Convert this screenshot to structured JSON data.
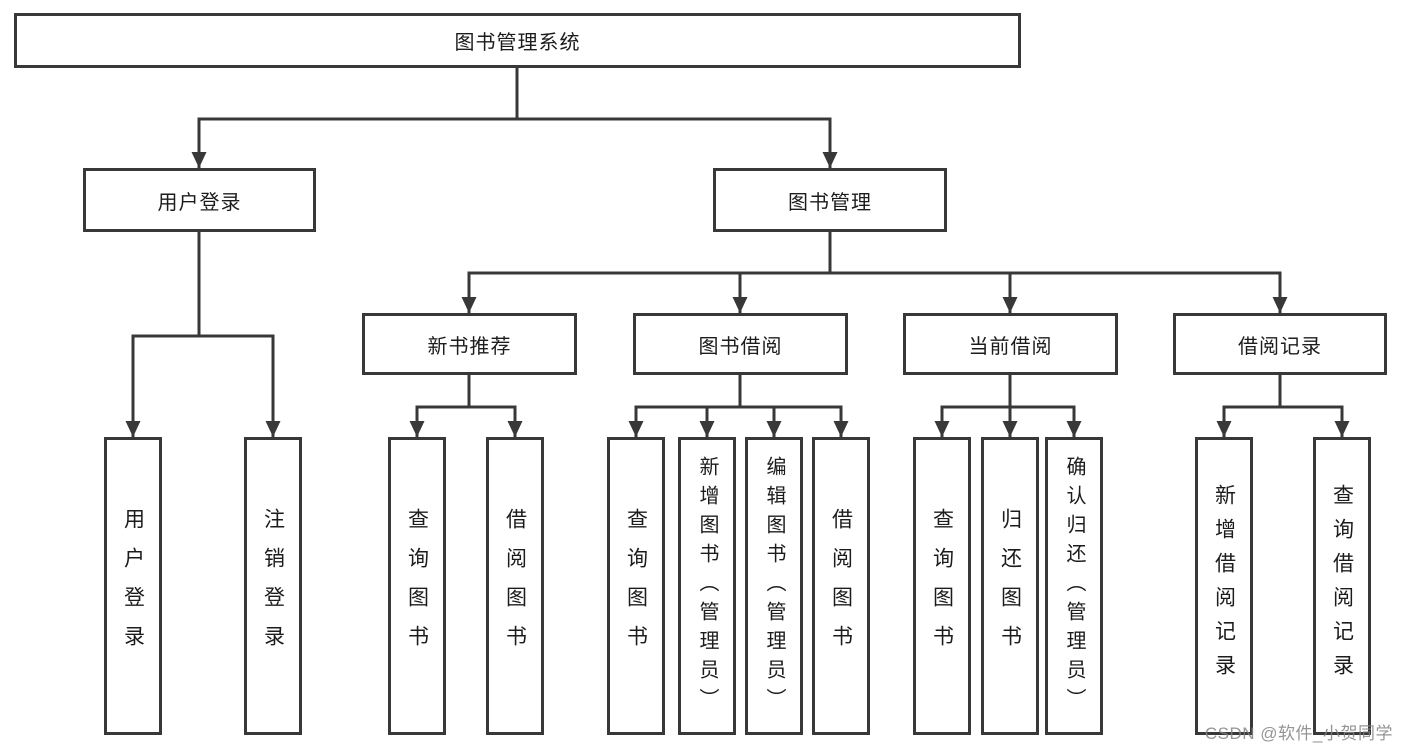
{
  "tree": {
    "root": {
      "label": "图书管理系统",
      "children": [
        {
          "label": "用户登录",
          "children": [
            {
              "label": "用户登录"
            },
            {
              "label": "注销登录"
            }
          ]
        },
        {
          "label": "图书管理",
          "children": [
            {
              "label": "新书推荐",
              "children": [
                {
                  "label": "查询图书"
                },
                {
                  "label": "借阅图书"
                }
              ]
            },
            {
              "label": "图书借阅",
              "children": [
                {
                  "label": "查询图书"
                },
                {
                  "label": "新增图书（管理员）"
                },
                {
                  "label": "编辑图书（管理员）"
                },
                {
                  "label": "借阅图书"
                }
              ]
            },
            {
              "label": "当前借阅",
              "children": [
                {
                  "label": "查询图书"
                },
                {
                  "label": "归还图书"
                },
                {
                  "label": "确认归还（管理员）"
                }
              ]
            },
            {
              "label": "借阅记录",
              "children": [
                {
                  "label": "新增借阅记录"
                },
                {
                  "label": "查询借阅记录"
                }
              ]
            }
          ]
        }
      ]
    }
  },
  "watermark": "CSDN @软件_小贺同学",
  "colors": {
    "line": "#383838",
    "text": "#1c1c1c",
    "watermark": "#828282",
    "background": "#ffffff"
  }
}
